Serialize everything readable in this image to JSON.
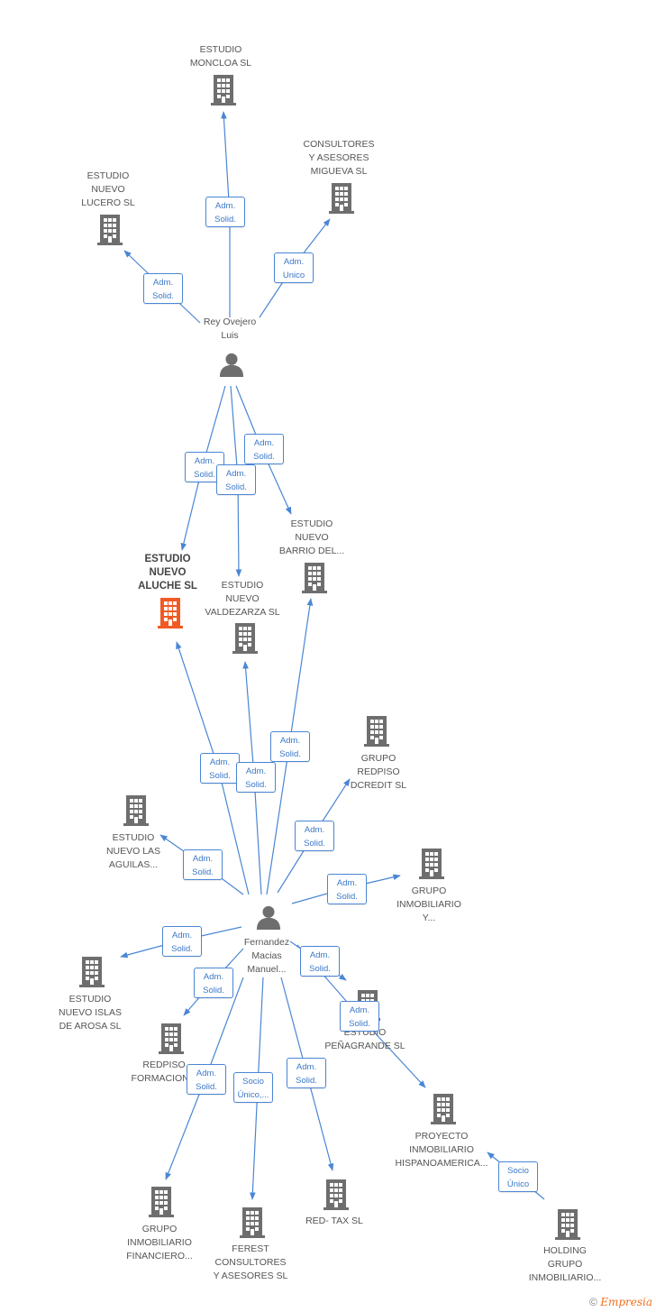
{
  "colors": {
    "edge": "#4a86d4",
    "icon": "#6e6e6e",
    "main_icon": "#f05a24",
    "text": "#555555"
  },
  "nodes": [
    {
      "id": "moncloa",
      "type": "company",
      "lines": [
        "ESTUDIO",
        "MONCLOA SL"
      ]
    },
    {
      "id": "lucero",
      "type": "company",
      "lines": [
        "ESTUDIO",
        "NUEVO",
        "LUCERO SL"
      ]
    },
    {
      "id": "migueva",
      "type": "company",
      "lines": [
        "CONSULTORES",
        "Y ASESORES",
        "MIGUEVA SL"
      ]
    },
    {
      "id": "rey",
      "type": "person",
      "lines": [
        "Rey Ovejero",
        "Luis"
      ]
    },
    {
      "id": "aluche",
      "type": "main",
      "lines": [
        "ESTUDIO",
        "NUEVO",
        "ALUCHE SL"
      ]
    },
    {
      "id": "valdezarza",
      "type": "company",
      "lines": [
        "ESTUDIO",
        "NUEVO",
        "VALDEZARZA SL"
      ]
    },
    {
      "id": "barrio",
      "type": "company",
      "lines": [
        "ESTUDIO",
        "NUEVO",
        "BARRIO DEL..."
      ]
    },
    {
      "id": "dcredit",
      "type": "company",
      "lines": [
        "GRUPO",
        "REDPISO",
        "DCREDIT SL"
      ]
    },
    {
      "id": "aguilas",
      "type": "company",
      "lines": [
        "ESTUDIO",
        "NUEVO LAS",
        "AGUILAS..."
      ]
    },
    {
      "id": "inmobiliario_y",
      "type": "company",
      "lines": [
        "GRUPO",
        "INMOBILIARIO",
        "Y..."
      ]
    },
    {
      "id": "fernandez",
      "type": "person",
      "lines": [
        "Fernandez",
        "Macias",
        "Manuel..."
      ]
    },
    {
      "id": "islas",
      "type": "company",
      "lines": [
        "ESTUDIO",
        "NUEVO ISLAS",
        "DE AROSA SL"
      ]
    },
    {
      "id": "formacion",
      "type": "company",
      "lines": [
        "REDPISO",
        "FORMACION..."
      ]
    },
    {
      "id": "penagrande",
      "type": "company",
      "lines": [
        "ESTUDIO",
        "PEÑAGRANDE SL"
      ]
    },
    {
      "id": "proyecto",
      "type": "company",
      "lines": [
        "PROYECTO",
        "INMOBILIARIO",
        "HISPANOAMERICA..."
      ]
    },
    {
      "id": "financiero",
      "type": "company",
      "lines": [
        "GRUPO",
        "INMOBILIARIO",
        "FINANCIERO..."
      ]
    },
    {
      "id": "ferest",
      "type": "company",
      "lines": [
        "FEREST",
        "CONSULTORES",
        "Y ASESORES SL"
      ]
    },
    {
      "id": "redtax",
      "type": "company",
      "lines": [
        "RED- TAX SL"
      ]
    },
    {
      "id": "holding",
      "type": "company",
      "lines": [
        "HOLDING",
        "GRUPO",
        "INMOBILIARIO..."
      ]
    }
  ],
  "relations": [
    {
      "lines": [
        "Adm.",
        "Solid."
      ]
    },
    {
      "lines": [
        "Adm.",
        "Solid."
      ]
    },
    {
      "lines": [
        "Adm.",
        "Unico"
      ]
    },
    {
      "lines": [
        "Adm.",
        "Solid."
      ]
    },
    {
      "lines": [
        "Adm.",
        "Solid."
      ]
    },
    {
      "lines": [
        "Adm.",
        "Solid."
      ]
    },
    {
      "lines": [
        "Adm.",
        "Solid."
      ]
    },
    {
      "lines": [
        "Adm.",
        "Solid."
      ]
    },
    {
      "lines": [
        "Adm.",
        "Solid."
      ]
    },
    {
      "lines": [
        "Adm.",
        "Solid."
      ]
    },
    {
      "lines": [
        "Adm.",
        "Solid."
      ]
    },
    {
      "lines": [
        "Adm.",
        "Solid."
      ]
    },
    {
      "lines": [
        "Adm.",
        "Solid."
      ]
    },
    {
      "lines": [
        "Adm.",
        "Solid."
      ]
    },
    {
      "lines": [
        "Adm.",
        "Solid."
      ]
    },
    {
      "lines": [
        "Adm.",
        "Solid."
      ]
    },
    {
      "lines": [
        "Socio",
        "Único,..."
      ]
    },
    {
      "lines": [
        "Adm.",
        "Solid."
      ]
    },
    {
      "lines": [
        "Adm.",
        "Solid."
      ]
    },
    {
      "lines": [
        "Socio",
        "Único"
      ]
    }
  ],
  "footer": {
    "copyright": "©",
    "brand": "Empresia"
  }
}
